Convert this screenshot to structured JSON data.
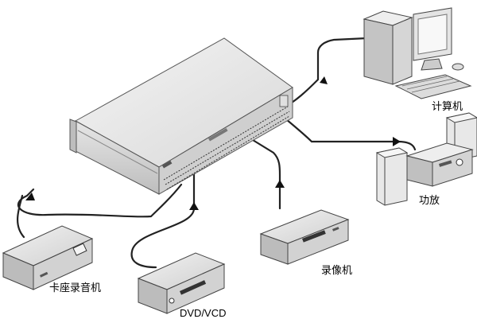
{
  "labels": {
    "computer": "计算机",
    "amplifier": "功放",
    "recorder": "录像机",
    "cassette_deck": "卡座录音机",
    "dvd_vcd": "DVD/VCD"
  }
}
